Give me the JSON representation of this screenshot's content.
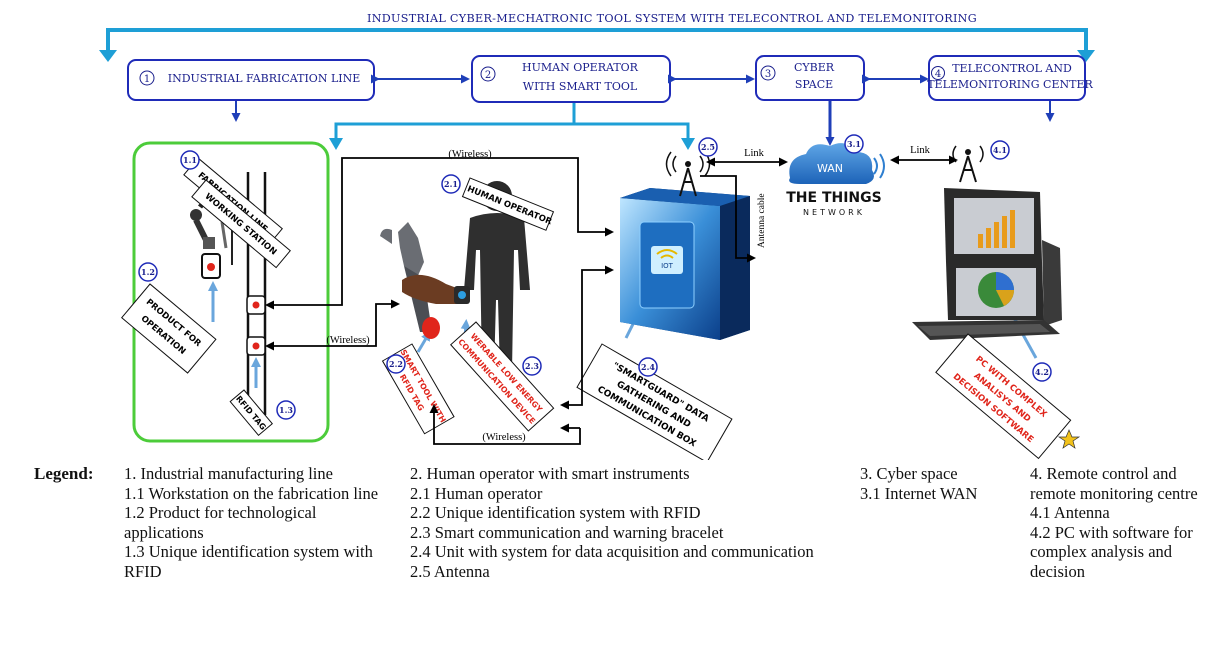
{
  "title": "INDUSTRIAL CYBER-MECHATRONIC TOOL SYSTEM WITH TELECONTROL AND TELEMONITORING",
  "top_boxes": [
    {
      "num": "1",
      "line1": "INDUSTRIAL FABRICATION LINE",
      "line2": ""
    },
    {
      "num": "2",
      "line1": "HUMAN OPERATOR",
      "line2": "WITH SMART TOOL"
    },
    {
      "num": "3",
      "line1": "CYBER",
      "line2": "SPACE"
    },
    {
      "num": "4",
      "line1": "TELECONTROL AND",
      "line2": "TELEMONITORING CENTER"
    }
  ],
  "badges": {
    "b11": "1.1",
    "b12": "1.2",
    "b13": "1.3",
    "b21": "2.1",
    "b22": "2.2",
    "b23": "2.3",
    "b24": "2.4",
    "b25": "2.5",
    "b31": "3.1",
    "b41": "4.1",
    "b42": "4.2"
  },
  "labels": {
    "fab_station_1": "FABRICATION LINE",
    "fab_station_2": "WORKING STATION",
    "product_1": "PRODUCT FOR",
    "product_2": "OPERATION",
    "rfid_tag": "RFID TAG",
    "human_operator": "HUMAN OPERATOR",
    "smart_tool_1": "SMART TOOL WITH",
    "smart_tool_2": "RFID TAG",
    "wearable_1": "WERABLE LOW ENERGY",
    "wearable_2": "COMMUNICATION DEVICE",
    "smartguard_1": "\"SMARTGUARD\" DATA",
    "smartguard_2": "GATHERING AND",
    "smartguard_3": "COMMUNICATION BOX",
    "pc_1": "PC WITH COMPLEX",
    "pc_2": "ANALISYS AND",
    "pc_3": "DECISION SOFTWARE",
    "wireless_top": "(Wireless)",
    "wireless_mid": "(Wireless)",
    "wireless_bottom": "(Wireless)",
    "link_left": "Link",
    "link_right": "Link",
    "antenna_cable": "Antenna cable",
    "wan": "WAN",
    "things_network_1": "THE THINGS",
    "things_network_2": "NETWORK",
    "iot": "IOT"
  },
  "legend": {
    "title": "Legend:",
    "col1": [
      "1.    Industrial manufacturing line",
      "1.1 Workstation on the fabrication line",
      "1.2 Product for technological applications",
      "1.3 Unique identification system with RFID"
    ],
    "col2": [
      "2. Human operator with smart instruments",
      "2.1 Human operator",
      "2.2 Unique identification system with RFID",
      "2.3 Smart communication and warning bracelet",
      "2.4 Unit with system for data acquisition and communication",
      "2.5 Antenna"
    ],
    "col3": [
      "3. Cyber space",
      "3.1 Internet WAN"
    ],
    "col4": [
      "4. Remote control and remote monitoring centre",
      "4.1 Antenna",
      "4.2 PC with software for complex analysis and decision"
    ]
  },
  "colors": {
    "box_border": "#1f2bb8",
    "box_text": "#1a1f8c",
    "arrow_cyan": "#1e9fd6",
    "arrow_blue": "#1f3fb8",
    "green_frame": "#4ccc3a",
    "red_text": "#e0251b",
    "wan_cloud": "#2f7fd0"
  }
}
